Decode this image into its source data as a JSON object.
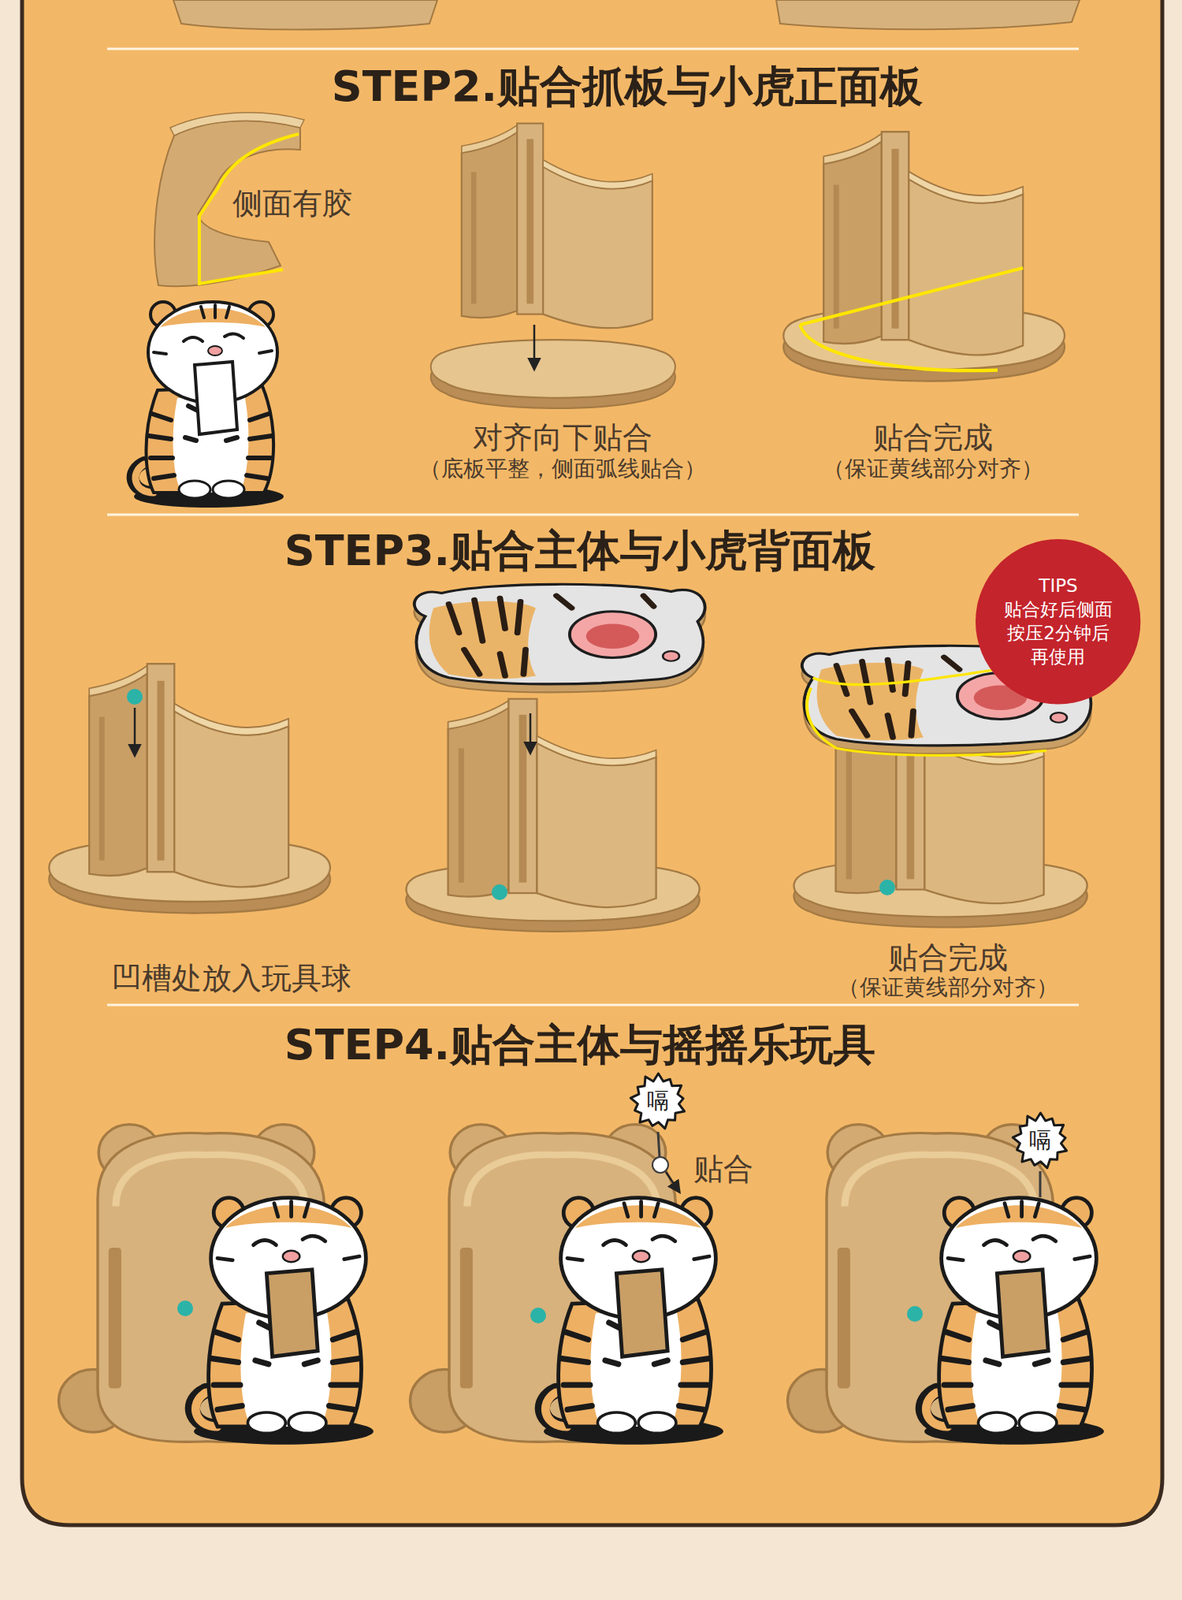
{
  "diagram": {
    "nodes": [
      {
        "text": [
          "TIPS",
          "贴合好后侧面 按压2分钟后 再使用"
        ]
      },
      {
        "text": [
          "嗝"
        ]
      },
      {
        "text": [
          "嗝"
        ]
      }
    ],
    "labels": [
      "STEP2.贴合抓板与小虎正面板",
      "侧面有胶",
      "对齐向下贴合",
      "（底板平整，侧面弧线贴合）",
      "贴合完成",
      "（保证黄线部分对齐）",
      "STEP3.贴合主体与小虎背面板",
      "凹槽处放入玩具球",
      "贴合完成",
      "（保证黄线部分对齐）",
      "STEP4.贴合主体与摇摇乐玩具",
      "贴合"
    ]
  }
}
